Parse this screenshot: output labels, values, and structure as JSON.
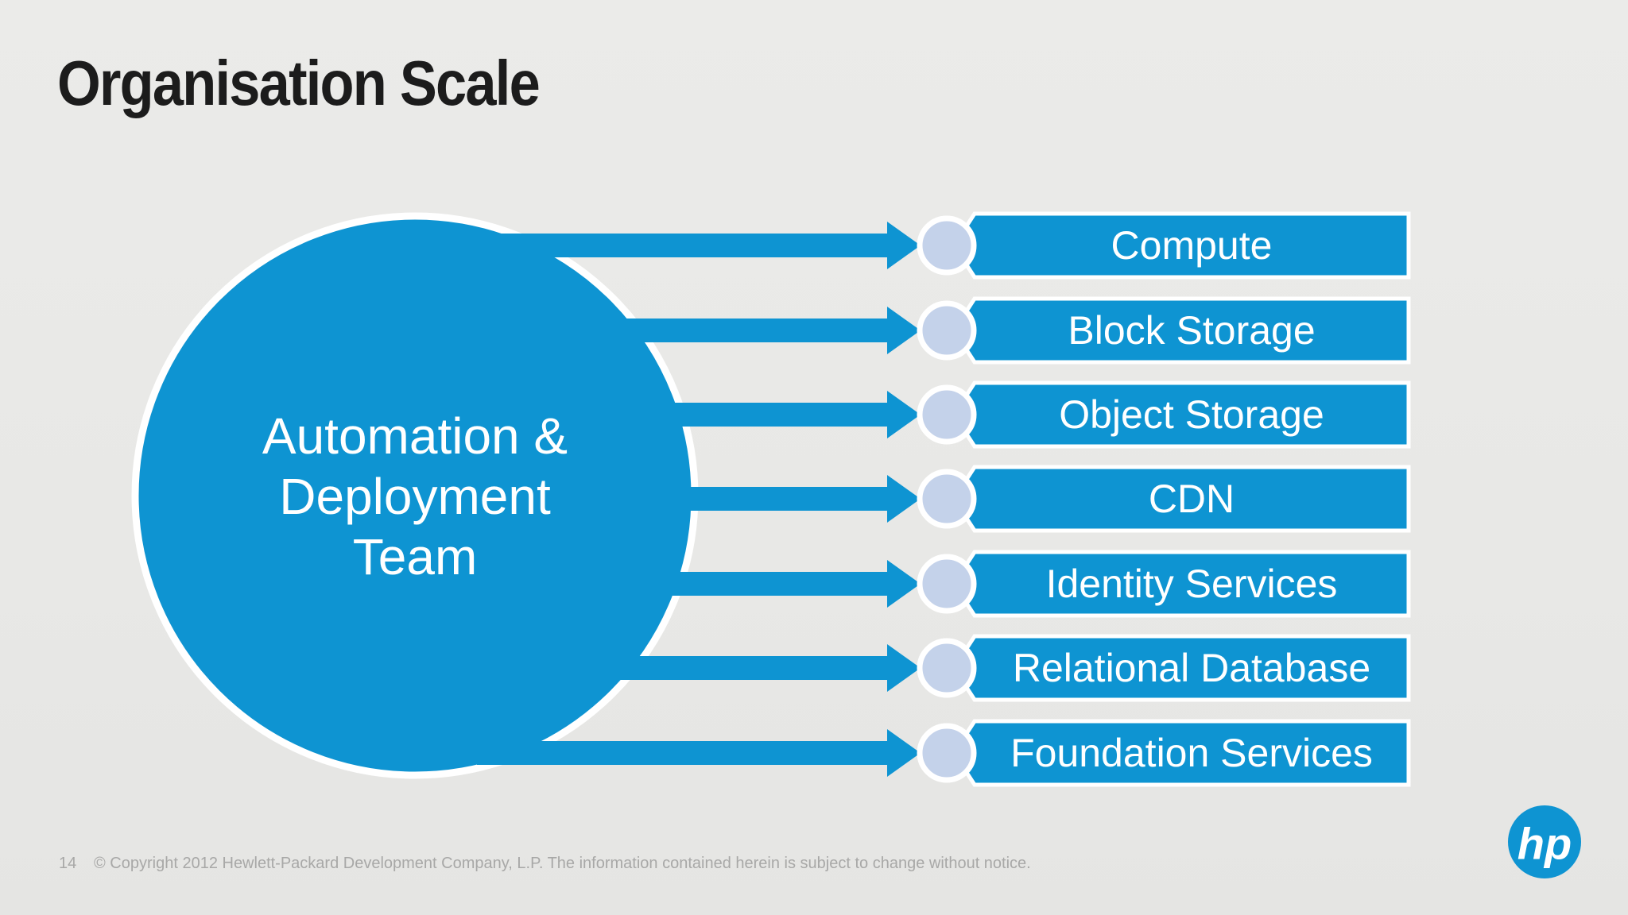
{
  "slide": {
    "title": "Organisation Scale",
    "footer": {
      "page_number": "14",
      "copyright": "© Copyright 2012 Hewlett-Packard Development Company, L.P.  The information contained herein is subject to change without notice."
    },
    "logo": {
      "text": "hp"
    }
  },
  "diagram": {
    "hub": {
      "label": "Automation & Deployment Team",
      "lines": [
        "Automation &",
        "Deployment",
        "Team"
      ]
    },
    "rows": [
      {
        "label": "Compute"
      },
      {
        "label": "Block Storage"
      },
      {
        "label": "Object Storage"
      },
      {
        "label": "CDN"
      },
      {
        "label": "Identity Services"
      },
      {
        "label": "Relational Database"
      },
      {
        "label": "Foundation Services"
      }
    ]
  },
  "colors": {
    "brand_blue": "#0e94d2",
    "node_fill": "#c4d2ea",
    "background": "#e8e8e6",
    "title_text": "#1c1c1c",
    "footer_text": "#a8a8a7",
    "bar_label_text": "#ffffff"
  }
}
